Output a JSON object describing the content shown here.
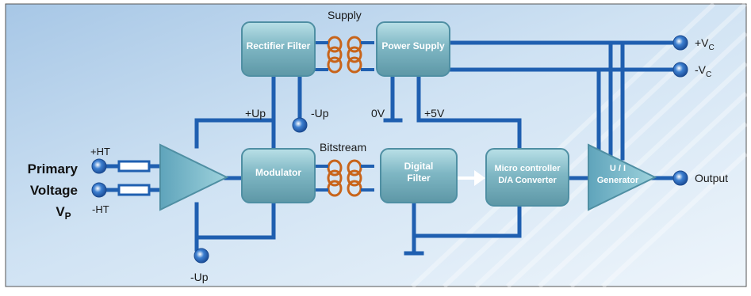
{
  "labels": {
    "supply": "Supply",
    "bitstream": "Bitstream",
    "plus_up": "+Up",
    "minus_up_top": "-Up",
    "minus_up_bottom": "-Up",
    "zero_v": "0V",
    "plus_5v": "+5V",
    "plus_ht": "+HT",
    "minus_ht": "-HT",
    "primary": "Primary",
    "voltage": "Voltage",
    "vp_main": "V",
    "vp_sub": "P",
    "vc_plus_prefix": "+V",
    "vc_minus_prefix": "-V",
    "vc_sub": "C",
    "output": "Output"
  },
  "blocks": {
    "rectifier_filter": "Rectifier Filter",
    "power_supply": "Power Supply",
    "modulator": "Modulator",
    "digital_filter_1": "Digital",
    "digital_filter_2": "Filter",
    "micro_1": "Micro controller",
    "micro_2": "D/A Converter",
    "ui_gen_1": "U / I",
    "ui_gen_2": "Generator"
  },
  "colors": {
    "wire": "#1f5fb0",
    "block_face": "#8fc3cf",
    "block_text": "#ffffff",
    "label_text": "#1a1a1a",
    "coil": "#c8641a"
  }
}
